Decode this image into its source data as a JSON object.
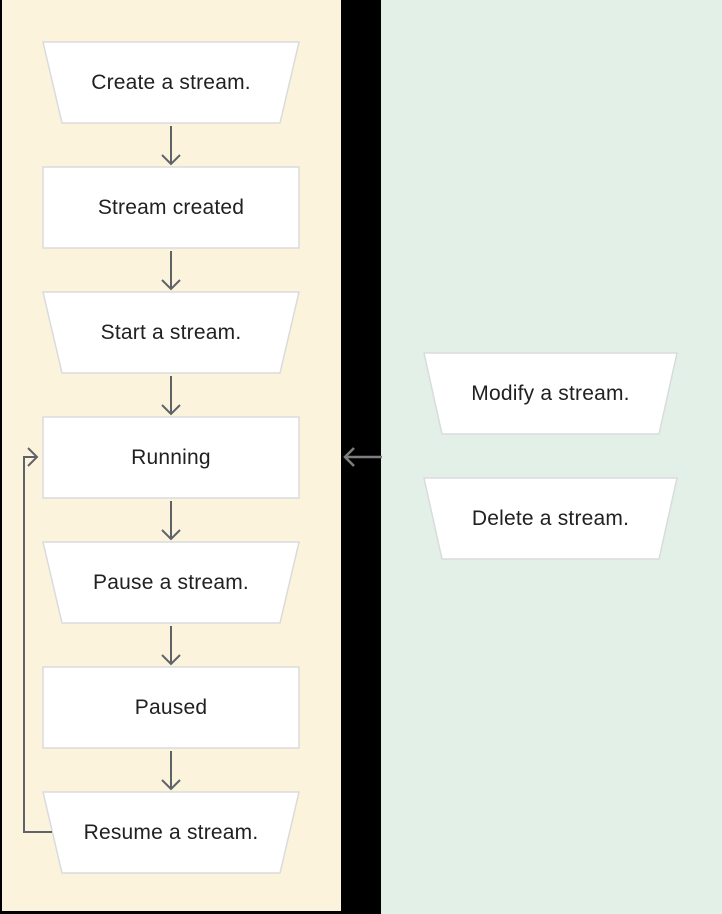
{
  "diagram": {
    "title": "Stream lifecycle flowchart",
    "colors": {
      "page_bg": "#000000",
      "left_panel_bg": "#FBF3DB",
      "right_panel_bg": "#E2F0E8",
      "node_fill": "#FFFFFF",
      "node_border": "#D9DBDD",
      "arrow": "#5F6368",
      "gap_arrow": "#7E7E7E",
      "text": "#212121"
    },
    "nodes": {
      "create": {
        "label": "Create a stream.",
        "shape": "trapezoid"
      },
      "stream_created": {
        "label": "Stream created",
        "shape": "rectangle"
      },
      "start": {
        "label": "Start a stream.",
        "shape": "trapezoid"
      },
      "running": {
        "label": "Running",
        "shape": "rectangle"
      },
      "pause": {
        "label": "Pause a stream.",
        "shape": "trapezoid"
      },
      "paused": {
        "label": "Paused",
        "shape": "rectangle"
      },
      "resume": {
        "label": "Resume a stream.",
        "shape": "trapezoid"
      },
      "modify": {
        "label": "Modify a stream.",
        "shape": "trapezoid"
      },
      "delete": {
        "label": "Delete a stream.",
        "shape": "trapezoid"
      }
    },
    "edges": [
      {
        "from": "create",
        "to": "stream_created",
        "type": "down-arrow"
      },
      {
        "from": "stream_created",
        "to": "start",
        "type": "down-arrow"
      },
      {
        "from": "start",
        "to": "running",
        "type": "down-arrow"
      },
      {
        "from": "running",
        "to": "pause",
        "type": "down-arrow"
      },
      {
        "from": "pause",
        "to": "paused",
        "type": "down-arrow"
      },
      {
        "from": "paused",
        "to": "resume",
        "type": "down-arrow"
      },
      {
        "from": "resume",
        "to": "running",
        "type": "loop-back-left"
      },
      {
        "from": "right-panel",
        "to": "running",
        "type": "left-arrow"
      }
    ]
  }
}
